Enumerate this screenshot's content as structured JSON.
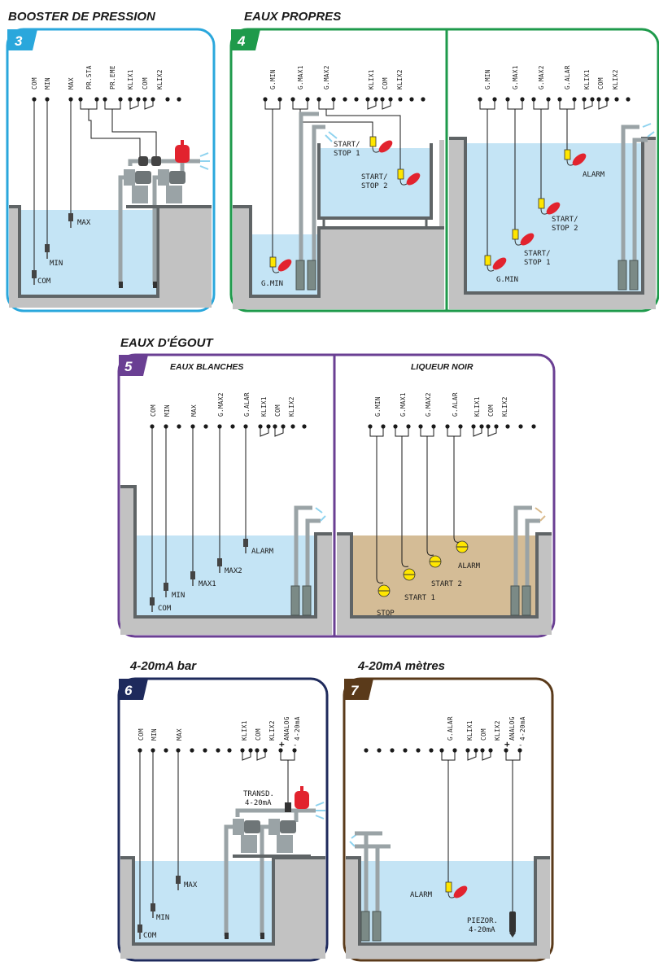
{
  "colors": {
    "water": "#c4e4f5",
    "sewage": "#d4bc96",
    "ground": "#c2c2c2",
    "wall": "#5f6466",
    "float_red": "#e2232e",
    "sensor_yellow": "#ffe600",
    "panel3": "#2aa7dc",
    "panel4": "#1e9a4b",
    "panel5": "#6a3f93",
    "panel6": "#1e2a5c",
    "panel7": "#5a3a1a"
  },
  "icons": [
    "electrode-probe-icon",
    "float-switch-icon",
    "submersible-pump-icon",
    "surface-pump-icon",
    "pressure-switch-icon",
    "expansion-tank-icon",
    "pressure-transducer-icon",
    "piezometric-sensor-icon",
    "pear-float-icon",
    "spray-outlet-icon"
  ],
  "panel3": {
    "title": "BOOSTER DE PRESSION",
    "number": "3",
    "terminals": [
      "COM",
      "MIN",
      "MAX",
      "PR.STA",
      "PR.EME",
      "KLIX1",
      "COM",
      "KLIX2"
    ],
    "labels": {
      "max": "MAX",
      "min": "MIN",
      "com": "COM"
    }
  },
  "panel4": {
    "title": "EAUX PROPRES",
    "number": "4",
    "left": {
      "terminals": [
        "G.MIN",
        "G.MAX1",
        "G.MAX2",
        "KLIX1",
        "COM",
        "KLIX2"
      ],
      "labels": {
        "start_stop_1": [
          "START/",
          "STOP 1"
        ],
        "start_stop_2": [
          "START/",
          "STOP 2"
        ],
        "gmin": "G.MIN"
      }
    },
    "right": {
      "terminals": [
        "G.MIN",
        "G.MAX1",
        "G.MAX2",
        "G.ALAR",
        "KLIX1",
        "COM",
        "KLIX2"
      ],
      "labels": {
        "alarm": "ALARM",
        "start_stop_2": [
          "START/",
          "STOP 2"
        ],
        "start_stop_1": [
          "START/",
          "STOP 1"
        ],
        "gmin": "G.MIN"
      }
    }
  },
  "panel5": {
    "title": "EAUX D'ÉGOUT",
    "number": "5",
    "left": {
      "subtitle": "EAUX BLANCHES",
      "terminals": [
        "COM",
        "MIN",
        "MAX",
        "G.MAX2",
        "G.ALAR",
        "KLIX1",
        "COM",
        "KLIX2"
      ],
      "labels": {
        "alarm": "ALARM",
        "max2": "MAX2",
        "max1": "MAX1",
        "min": "MIN",
        "com": "COM"
      }
    },
    "right": {
      "subtitle": "LIQUEUR NOIR",
      "terminals": [
        "G.MIN",
        "G.MAX1",
        "G.MAX2",
        "G.ALAR",
        "KLIX1",
        "COM",
        "KLIX2"
      ],
      "labels": {
        "alarm": "ALARM",
        "start2": "START 2",
        "start1": "START 1",
        "stop": "STOP"
      }
    }
  },
  "panel6": {
    "title": "4-20mA bar",
    "number": "6",
    "terminals": [
      "COM",
      "MIN",
      "MAX",
      "KLIX1",
      "COM",
      "KLIX2",
      "ANALOG",
      "4-20mA"
    ],
    "plus": "+",
    "minus": "-",
    "labels": {
      "transd": [
        "TRANSD.",
        "4-20mA"
      ],
      "max": "MAX",
      "min": "MIN",
      "com": "COM"
    }
  },
  "panel7": {
    "title": "4-20mA mètres",
    "number": "7",
    "terminals": [
      "G.ALAR",
      "KLIX1",
      "COM",
      "KLIX2",
      "ANALOG",
      "4-20mA"
    ],
    "plus": "+",
    "minus": "-",
    "labels": {
      "alarm": "ALARM",
      "piezor": [
        "PIEZOR.",
        "4-20mA"
      ]
    }
  }
}
